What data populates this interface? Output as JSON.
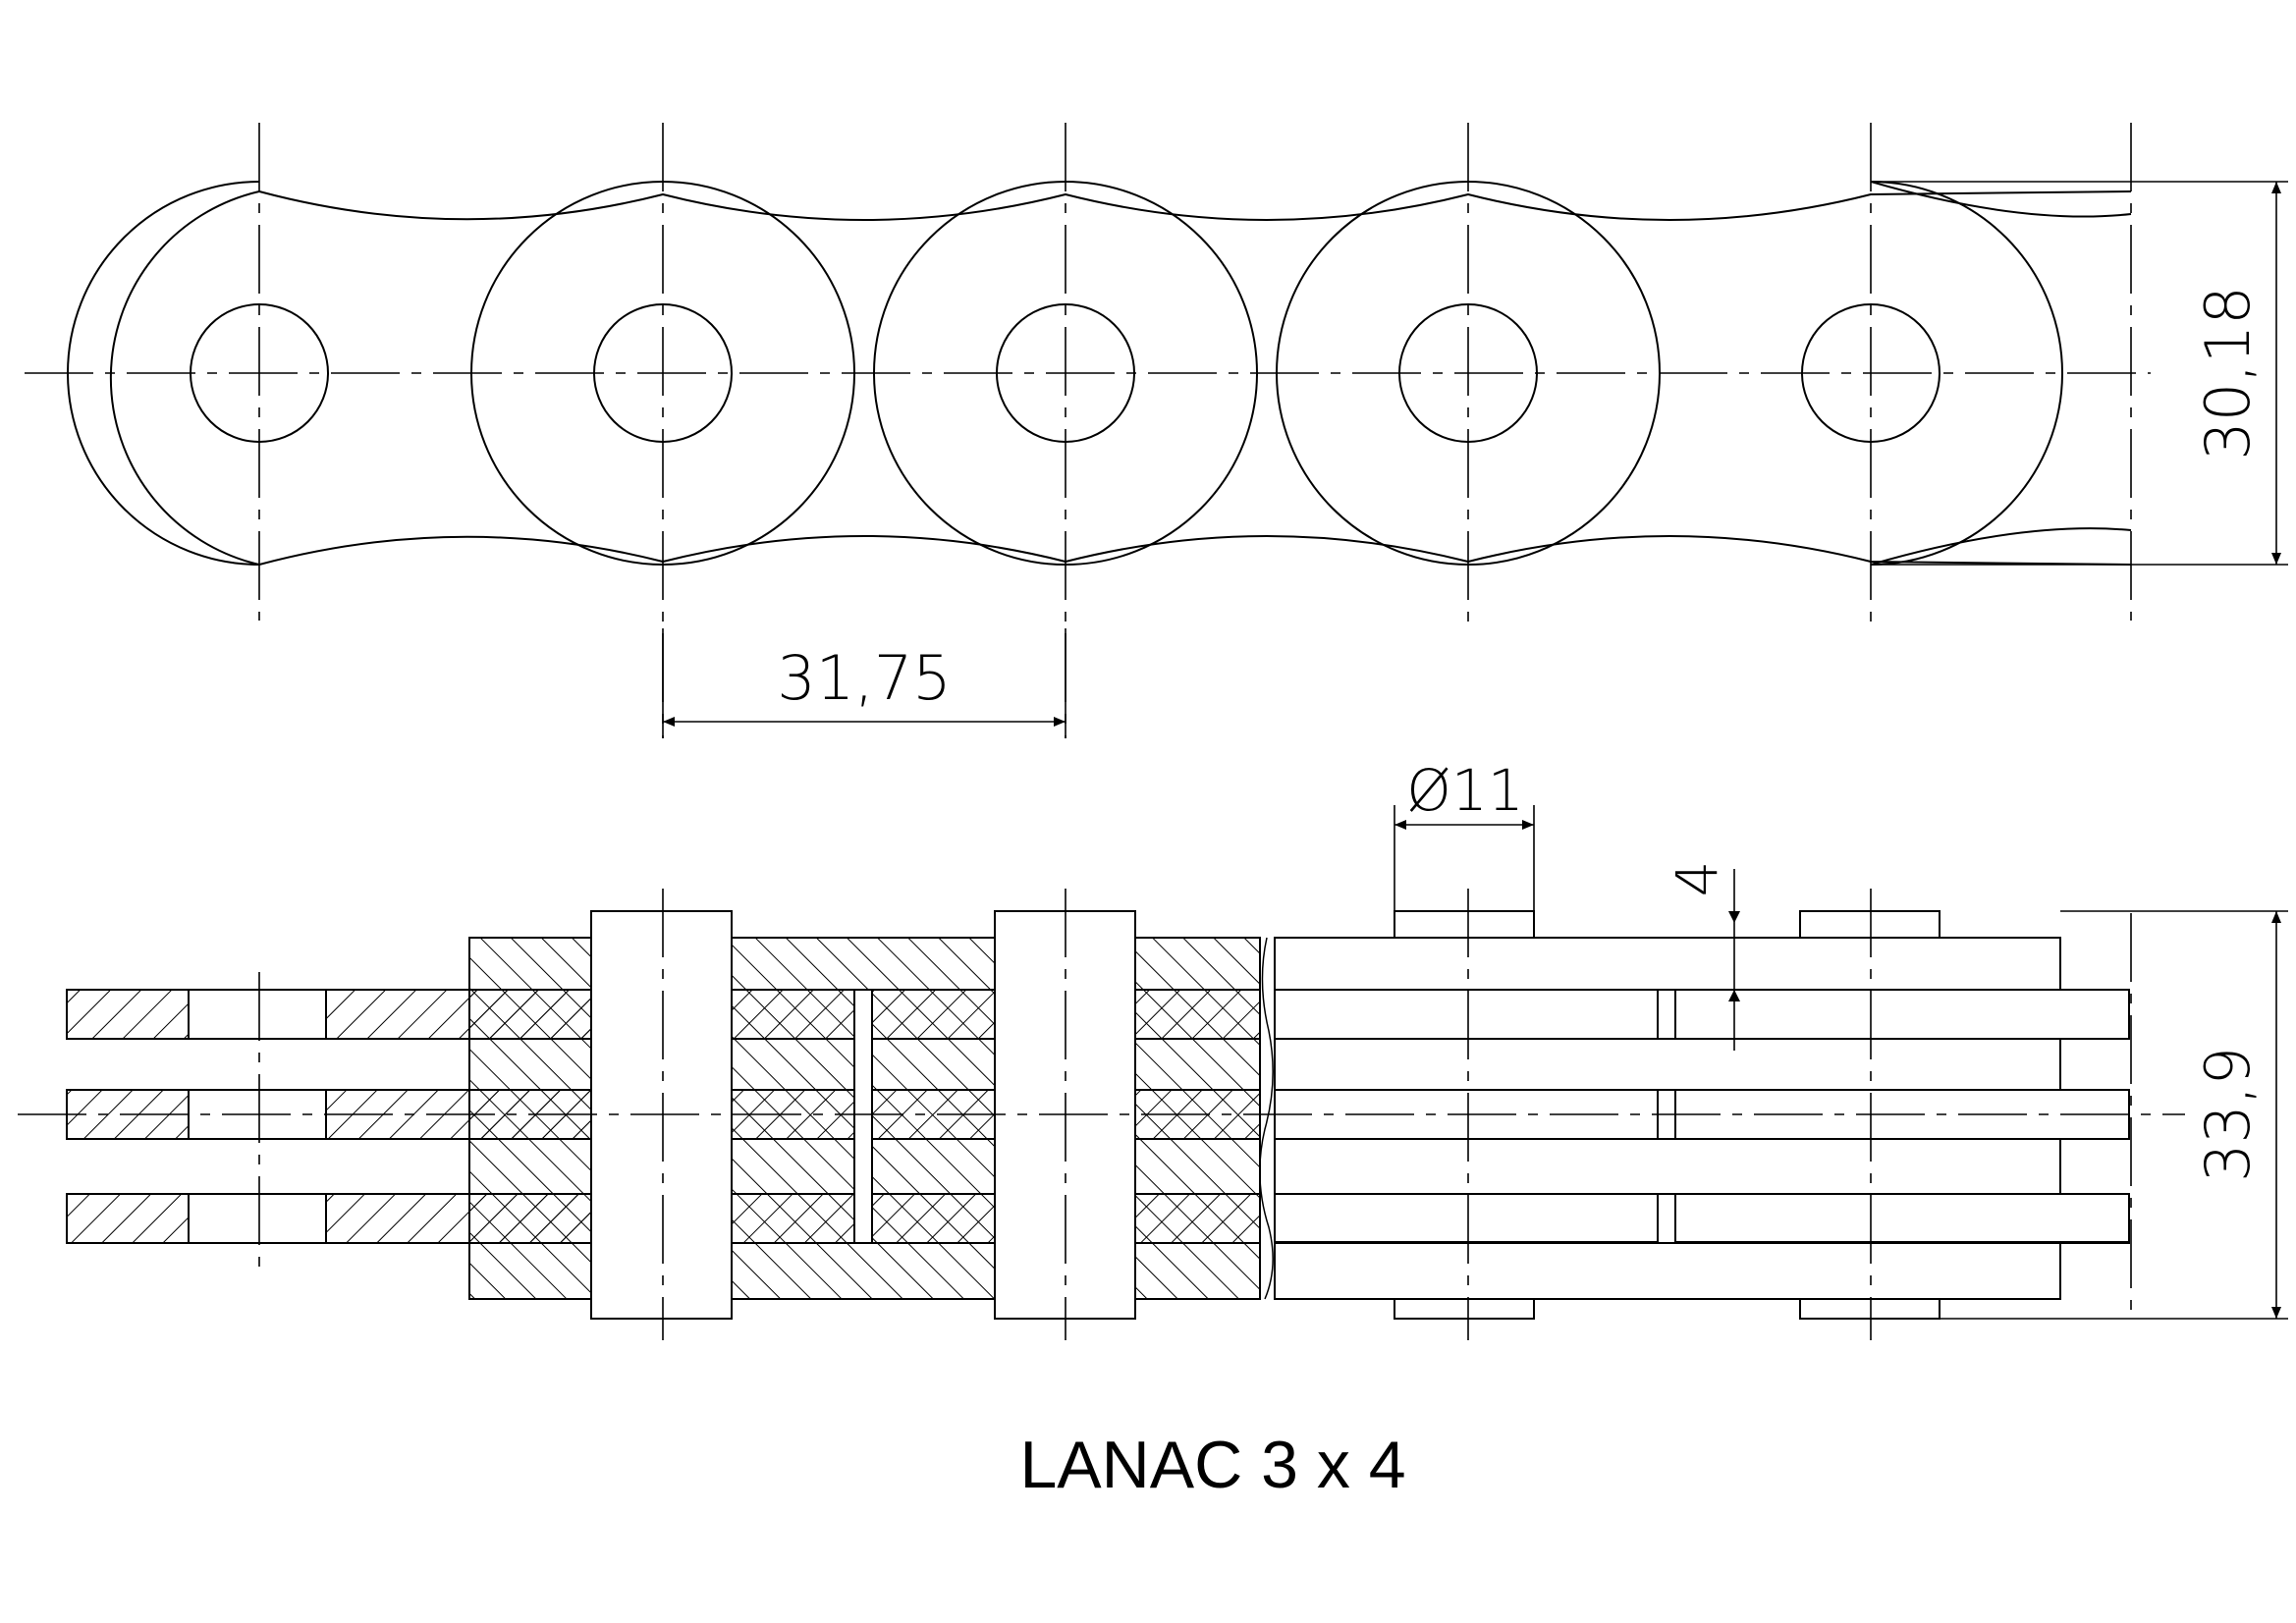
{
  "drawing": {
    "title": "LANAC 3 x 4",
    "dimensions": {
      "pitch": "31,75",
      "plate_height": "30,18",
      "pin_diameter": "Ø11",
      "plate_thickness": "4",
      "total_width": "33,9"
    }
  }
}
